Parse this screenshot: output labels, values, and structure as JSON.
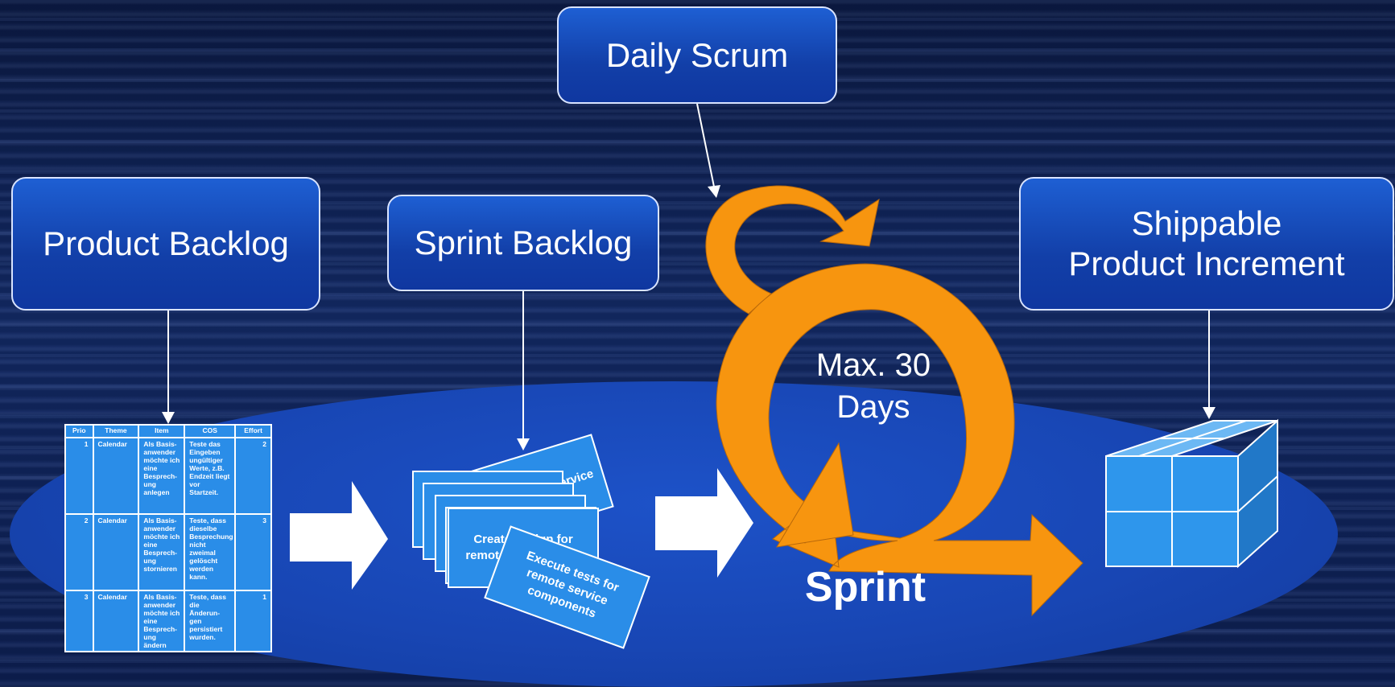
{
  "boxes": {
    "product_backlog": "Product Backlog",
    "sprint_backlog": "Sprint Backlog",
    "daily_scrum": "Daily Scrum",
    "shippable": "Shippable\nProduct Increment"
  },
  "backlog_table": {
    "headers": [
      "Prio",
      "Theme",
      "Item",
      "COS",
      "Effort"
    ],
    "rows": [
      {
        "prio": "1",
        "theme": "Calendar",
        "item": "Als Basis-anwender möchte ich eine Besprech-ung anlegen",
        "cos": "Teste das Eingeben ungültiger Werte, z.B. Endzeit liegt vor Startzeit.",
        "effort": "2"
      },
      {
        "prio": "2",
        "theme": "Calendar",
        "item": "Als Basis-anwender möchte ich eine Besprech-ung stornieren",
        "cos": "Teste, dass dieselbe Besprechung nicht zweimal gelöscht werden kann.",
        "effort": "3"
      },
      {
        "prio": "3",
        "theme": "Calendar",
        "item": "Als Basis-anwender möchte ich eine Besprech-ung ändern",
        "cos": "Teste, dass die Änderun-gen persistiert wurden.",
        "effort": "1"
      }
    ]
  },
  "task_cards": {
    "card_doc": "Documentation service",
    "card_create": "Create design for remote components",
    "card_execute": "Execute tests for remote service components"
  },
  "sprint": {
    "duration": "Max. 30\nDays",
    "label": "Sprint"
  },
  "colors": {
    "accent_orange": "#f7950f",
    "box_blue": "#1546b8",
    "card_blue": "#2a8de8",
    "background_navy": "#0d1f52"
  }
}
